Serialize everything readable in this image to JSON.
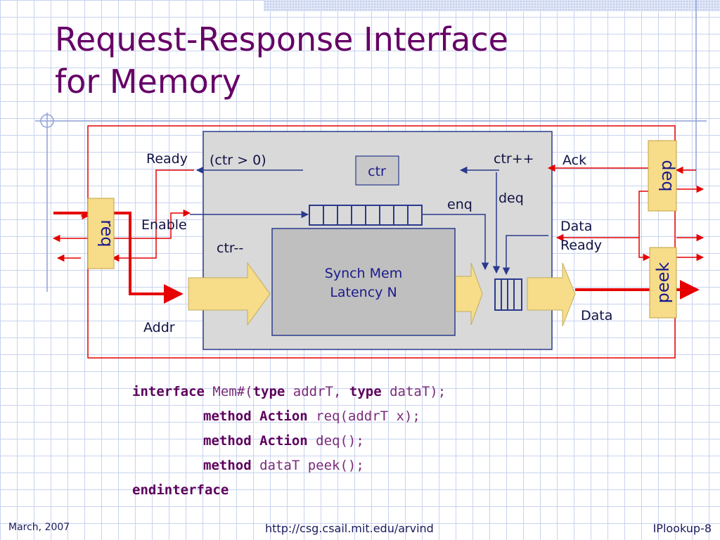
{
  "slide": {
    "title_line1": "Request-Response Interface",
    "title_line2": "for Memory"
  },
  "diagram": {
    "req_label": "req",
    "deq_box_label": "deq",
    "peek_label": "peek",
    "ctr_label": "ctr",
    "ready_label": "Ready",
    "ctr_condition": "(ctr > 0)",
    "ctr_increment": "ctr++",
    "ack_label": "Ack",
    "enq_label": "enq",
    "deq_label": "deq",
    "enable_label": "Enable",
    "data_ready_line1": "Data",
    "data_ready_line2": "Ready",
    "ctr_decrement": "ctr--",
    "mem_line1": "Synch Mem",
    "mem_line2": "Latency N",
    "addr_label": "Addr",
    "data_label": "Data",
    "colors": {
      "wire_red": "#e60000",
      "wire_blue": "#2a3a8c",
      "port_fill": "#f7dc8a",
      "outer_box": "#d9d9d9",
      "inner_box": "#bfbfbf"
    }
  },
  "code": {
    "l1_kw1": "interface",
    "l1_text1": " Mem#(",
    "l1_kw2": "type",
    "l1_text2": " addrT, ",
    "l1_kw3": "type",
    "l1_text3": " dataT);",
    "l2_kw": "method Action",
    "l2_text": " req(addrT x);",
    "l3_kw": "method Action",
    "l3_text": " deq();",
    "l4_kw": "method",
    "l4_text": " dataT peek();",
    "l5_kw": "endinterface"
  },
  "footer": {
    "date": "March, 2007",
    "url": "http://csg.csail.mit.edu/arvind",
    "page": "IPlookup-8"
  }
}
